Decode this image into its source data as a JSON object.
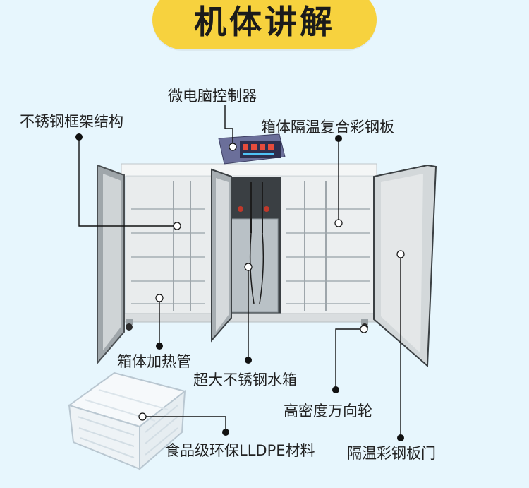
{
  "title": "机体讲解",
  "labels": {
    "controller": "微电脑控制器",
    "frame": "不锈钢框架结构",
    "insulated_panel": "箱体隔温复合彩钢板",
    "heating_tube": "箱体加热管",
    "water_tank": "超大不锈钢水箱",
    "caster": "高密度万向轮",
    "crate": "食品级环保LLDPE材料",
    "door": "隔温彩钢板门"
  },
  "colors": {
    "background": "#e7f6fd",
    "title_pill": "#f7d23e",
    "callout_line": "#111111"
  }
}
